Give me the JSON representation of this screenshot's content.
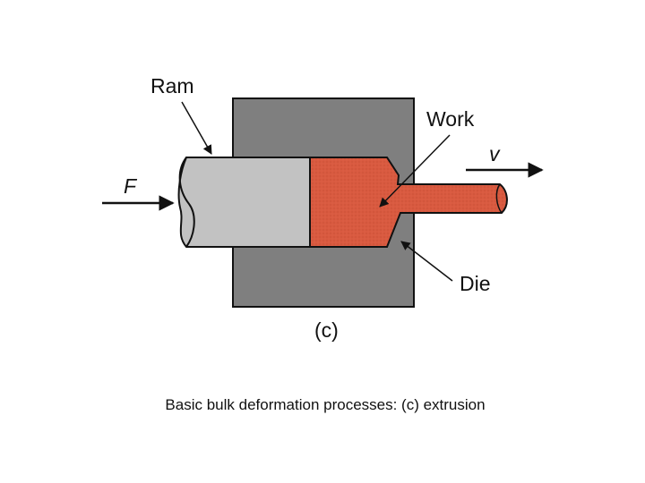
{
  "diagram": {
    "labels": {
      "ram": "Ram",
      "work": "Work",
      "die": "Die",
      "force": "F",
      "velocity": "v",
      "panel": "(c)"
    },
    "colors": {
      "die": "#7f7f7f",
      "ram": "#c2c2c2",
      "work": "#d95a40",
      "outline": "#111111"
    }
  },
  "caption": "Basic bulk deformation processes: (c) extrusion"
}
